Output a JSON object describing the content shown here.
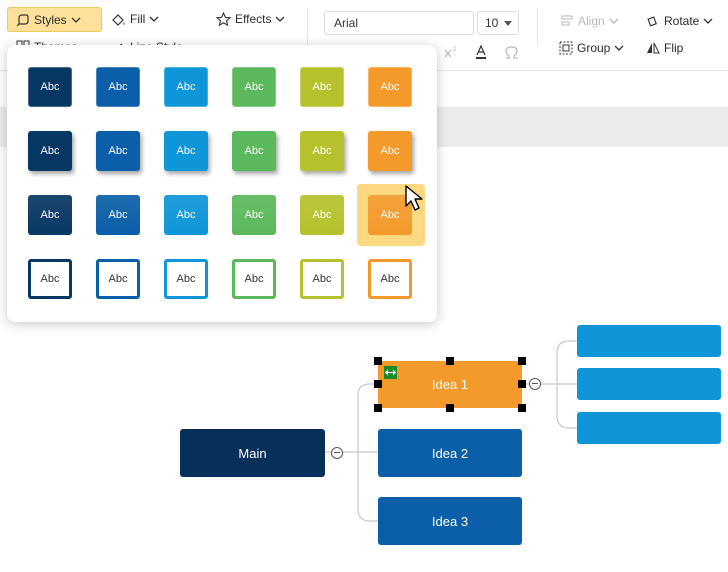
{
  "toolbar": {
    "styles_label": "Styles",
    "fill_label": "Fill",
    "effects_label": "Effects",
    "themes_label": "Themes",
    "line_style_label": "Line Style",
    "font_name": "Arial",
    "font_size": "10",
    "align_label": "Align",
    "rotate_label": "Rotate",
    "group_label": "Group",
    "flip_label": "Flip",
    "highlight_color": "#fde19a"
  },
  "style_panel": {
    "swatch_label": "Abc",
    "palette": [
      "#073763",
      "#0b5ea8",
      "#0e96d8",
      "#5cb85c",
      "#b5c22b",
      "#f39a2b"
    ],
    "hovered_swatch": "row-3-orange"
  },
  "diagram": {
    "main_label": "Main",
    "ideas": [
      {
        "label": "Idea 1",
        "color": "#f39a2b",
        "selected": true
      },
      {
        "label": "Idea 2",
        "color": "#0b5ea8",
        "selected": false
      },
      {
        "label": "Idea 3",
        "color": "#0b5ea8",
        "selected": false
      }
    ],
    "subtopic_count": 3,
    "subtopic_color": "#0e96d8",
    "main_color": "#062f5a"
  }
}
